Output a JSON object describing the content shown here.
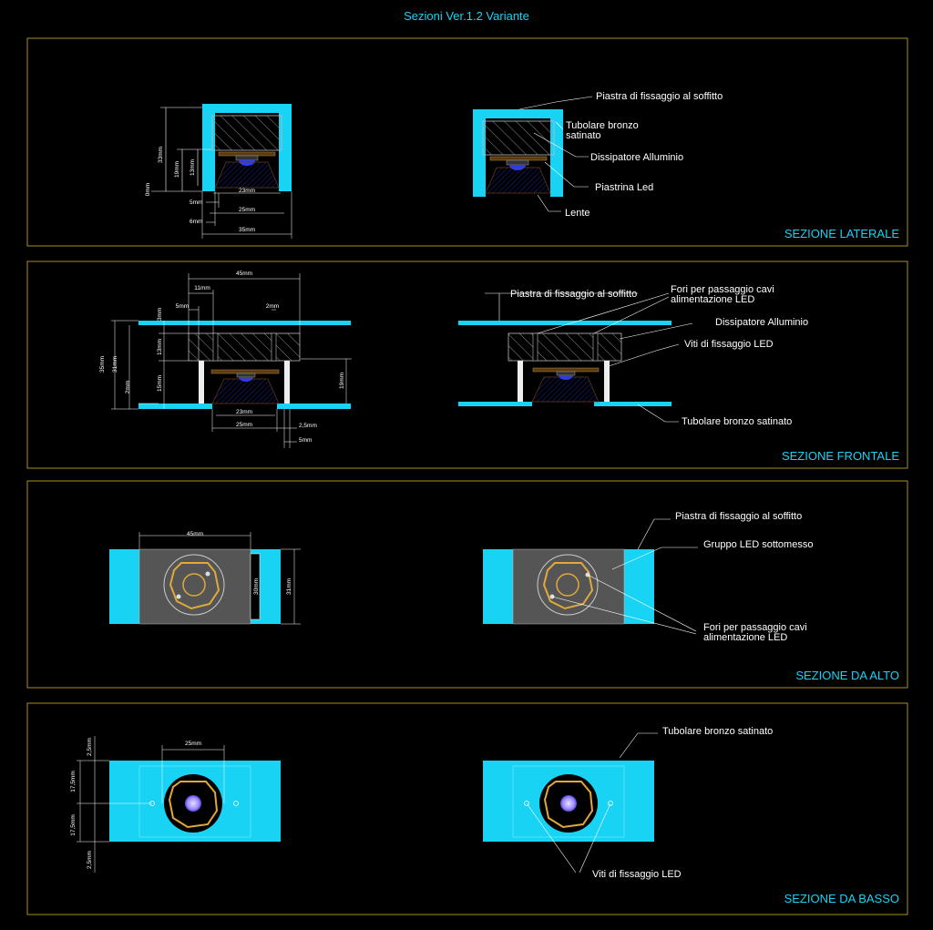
{
  "title": "Sezioni Ver.1.2 Variante",
  "colors": {
    "cyan": "#19d3f5",
    "frame": "#a88f1a",
    "led_blue": "#2a3cff",
    "hatch": "#9a9a9a"
  },
  "panels": {
    "laterale": {
      "title": "SEZIONE LATERALE",
      "dims": {
        "d33": "33mm",
        "d19": "19mm",
        "d13": "13mm",
        "d0": "0mm",
        "d5": "5mm",
        "d6": "6mm",
        "d23": "23mm",
        "d25": "25mm",
        "d35": "35mm"
      },
      "labels": {
        "piastra": "Piastra di fissaggio al soffitto",
        "tubolare_1": "Tubolare bronzo",
        "tubolare_2": "satinato",
        "dissipatore": "Dissipatore Alluminio",
        "piastrina": "Piastrina Led",
        "lente": "Lente"
      }
    },
    "frontale": {
      "title": "SEZIONE FRONTALE",
      "dims": {
        "d45": "45mm",
        "d11": "11mm",
        "d5": "5mm",
        "d2a": "2mm",
        "d3": "3mm",
        "d35": "35mm",
        "d31": "31mm",
        "d13": "13mm",
        "d15": "15mm",
        "d2": "2mm",
        "d19": "19mm",
        "d23": "23mm",
        "d25": "25mm",
        "d25b": "2,5mm",
        "d5b": "5mm"
      },
      "labels": {
        "piastra": "Piastra di fissaggio al soffitto",
        "fori_1": "Fori per passaggio cavi",
        "fori_2": "alimentazione LED",
        "dissipatore": "Dissipatore Alluminio",
        "viti": "Viti di fissaggio LED",
        "tubolare": "Tubolare bronzo satinato"
      }
    },
    "alto": {
      "title": "SEZIONE DA ALTO",
      "dims": {
        "d45": "45mm",
        "d30": "30mm",
        "d31": "31mm"
      },
      "labels": {
        "piastra": "Piastra di fissaggio al soffitto",
        "gruppo": "Gruppo LED sottomesso",
        "fori_1": "Fori per passaggio cavi",
        "fori_2": "alimentazione LED"
      }
    },
    "basso": {
      "title": "SEZIONE DA BASSO",
      "dims": {
        "d25": "25mm",
        "d25a": "2,5mm",
        "d175a": "17,5mm",
        "d175b": "17,5mm",
        "d25b": "2,5mm"
      },
      "labels": {
        "tubolare": "Tubolare bronzo satinato",
        "viti": "Viti di fissaggio LED"
      }
    }
  }
}
